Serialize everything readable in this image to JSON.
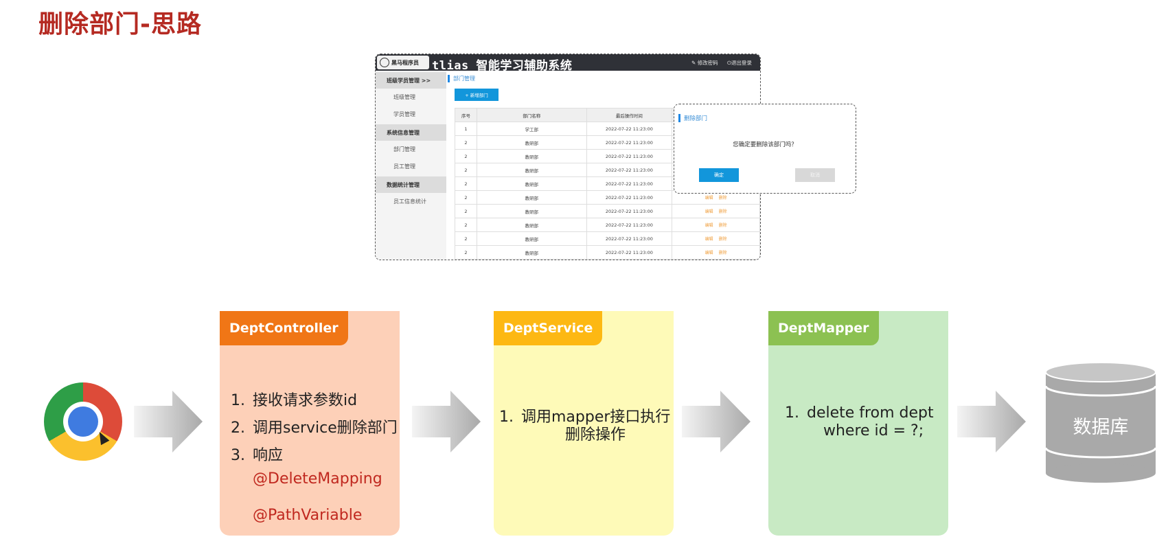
{
  "title": "删除部门-思路",
  "screenshot": {
    "logo_text": "黑马程序员",
    "app_title": "tlias 智能学习辅助系统",
    "top_links": [
      "修改密码",
      "退出登录"
    ],
    "sidebar": [
      {
        "type": "group",
        "label": "班级学员管理  >>"
      },
      {
        "type": "item",
        "label": "班级管理"
      },
      {
        "type": "item",
        "label": "学员管理"
      },
      {
        "type": "group",
        "label": "系统信息管理"
      },
      {
        "type": "item",
        "label": "部门管理"
      },
      {
        "type": "item",
        "label": "员工管理"
      },
      {
        "type": "group",
        "label": "数据统计管理"
      },
      {
        "type": "item",
        "label": "员工信息统计"
      }
    ],
    "breadcrumb": "部门管理",
    "add_button": "+ 新增部门",
    "table": {
      "headers": [
        "序号",
        "部门名称",
        "最后操作时间"
      ],
      "rows": [
        [
          "1",
          "学工部",
          "2022-07-22 11:23:00"
        ],
        [
          "2",
          "教研部",
          "2022-07-22 11:23:00"
        ],
        [
          "2",
          "教研部",
          "2022-07-22 11:23:00"
        ],
        [
          "2",
          "教研部",
          "2022-07-22 11:23:00"
        ],
        [
          "2",
          "教研部",
          "2022-07-22 11:23:00"
        ],
        [
          "2",
          "教研部",
          "2022-07-22 11:23:00"
        ],
        [
          "2",
          "教研部",
          "2022-07-22 11:23:00"
        ],
        [
          "2",
          "教研部",
          "2022-07-22 11:23:00"
        ],
        [
          "2",
          "教研部",
          "2022-07-22 11:23:00"
        ],
        [
          "2",
          "教研部",
          "2022-07-22 11:23:00"
        ]
      ],
      "row_actions": [
        "编辑",
        "删除"
      ]
    },
    "dialog": {
      "title": "删除部门",
      "message": "您确定要删除该部门吗？",
      "ok": "确定",
      "cancel": "取消"
    }
  },
  "flow": {
    "browser_icon": "chrome-icon",
    "controller": {
      "name": "DeptController",
      "color": "#f07616",
      "bg": "#fdd0b8",
      "steps": [
        {
          "num": "1.",
          "text": "接收请求参数id"
        },
        {
          "num": "2.",
          "text": "调用service删除部门"
        },
        {
          "num": "3.",
          "text": "响应"
        }
      ],
      "annotations": [
        "@DeleteMapping",
        "@PathVariable"
      ]
    },
    "service": {
      "name": "DeptService",
      "color": "#fdb813",
      "bg": "#fefab8",
      "steps": [
        {
          "num": "1.",
          "text": "调用mapper接口执行",
          "text2": "删除操作"
        }
      ]
    },
    "mapper": {
      "name": "DeptMapper",
      "color": "#8cc152",
      "bg": "#c8eac4",
      "steps": [
        {
          "num": "1.",
          "text": "delete from dept",
          "text2": "where id = ?;"
        }
      ]
    },
    "database": {
      "label": "数据库",
      "icon": "database-icon"
    }
  }
}
